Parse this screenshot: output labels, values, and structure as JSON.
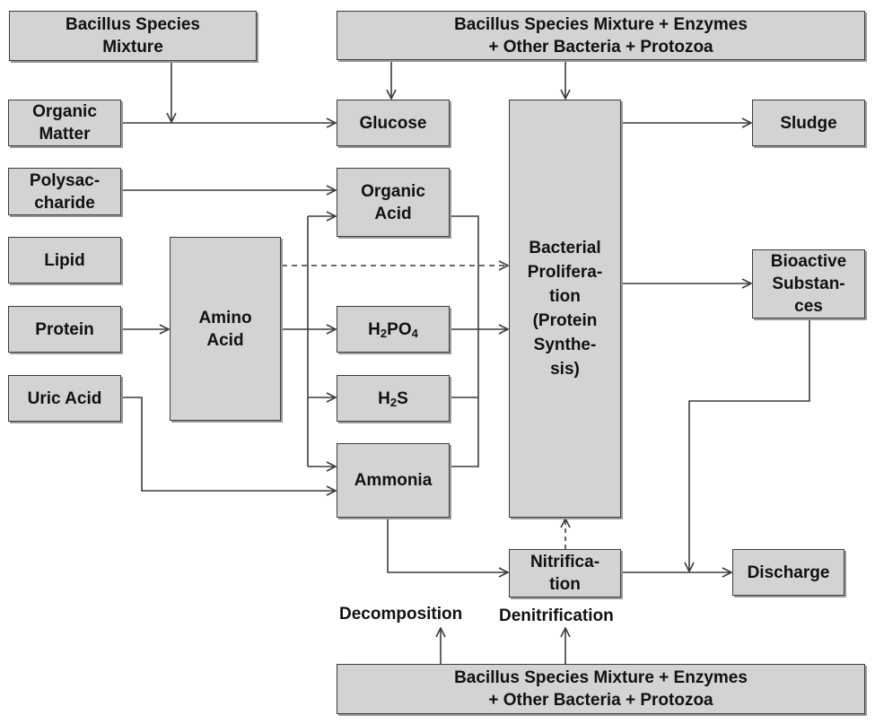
{
  "nodes": {
    "bacillus_top_left": "Bacillus Species\nMixture",
    "bacillus_top_right": "Bacillus Species Mixture + Enzymes\n+ Other Bacteria + Protozoa",
    "organic_matter": "Organic\nMatter",
    "polysaccharide": "Polysac-\ncharide",
    "lipid": "Lipid",
    "protein": "Protein",
    "uric_acid": "Uric Acid",
    "amino_acid": "Amino\nAcid",
    "glucose": "Glucose",
    "organic_acid": "Organic\nAcid",
    "h2po4": {
      "main": "H",
      "sub1": "2",
      "mid": "PO",
      "sub2": "4"
    },
    "h2s": {
      "main": "H",
      "sub1": "2",
      "mid": "S"
    },
    "ammonia": "Ammonia",
    "bacterial_proliferation": "Bacterial\nProlifera-\ntion\n(Protein\nSynthe-\nsis)",
    "sludge": "Sludge",
    "bioactive_substances": "Bioactive\nSubstan-\nces",
    "nitrification": "Nitrifica-\ntion",
    "discharge": "Discharge",
    "bacillus_bottom": "Bacillus Species Mixture + Enzymes\n+ Other Bacteria + Protozoa"
  },
  "labels": {
    "decomposition": "Decomposition",
    "denitrification": "Denitrification"
  },
  "style": {
    "box_fill": "#d3d3d3",
    "edge_color": "#3c3c3c"
  }
}
